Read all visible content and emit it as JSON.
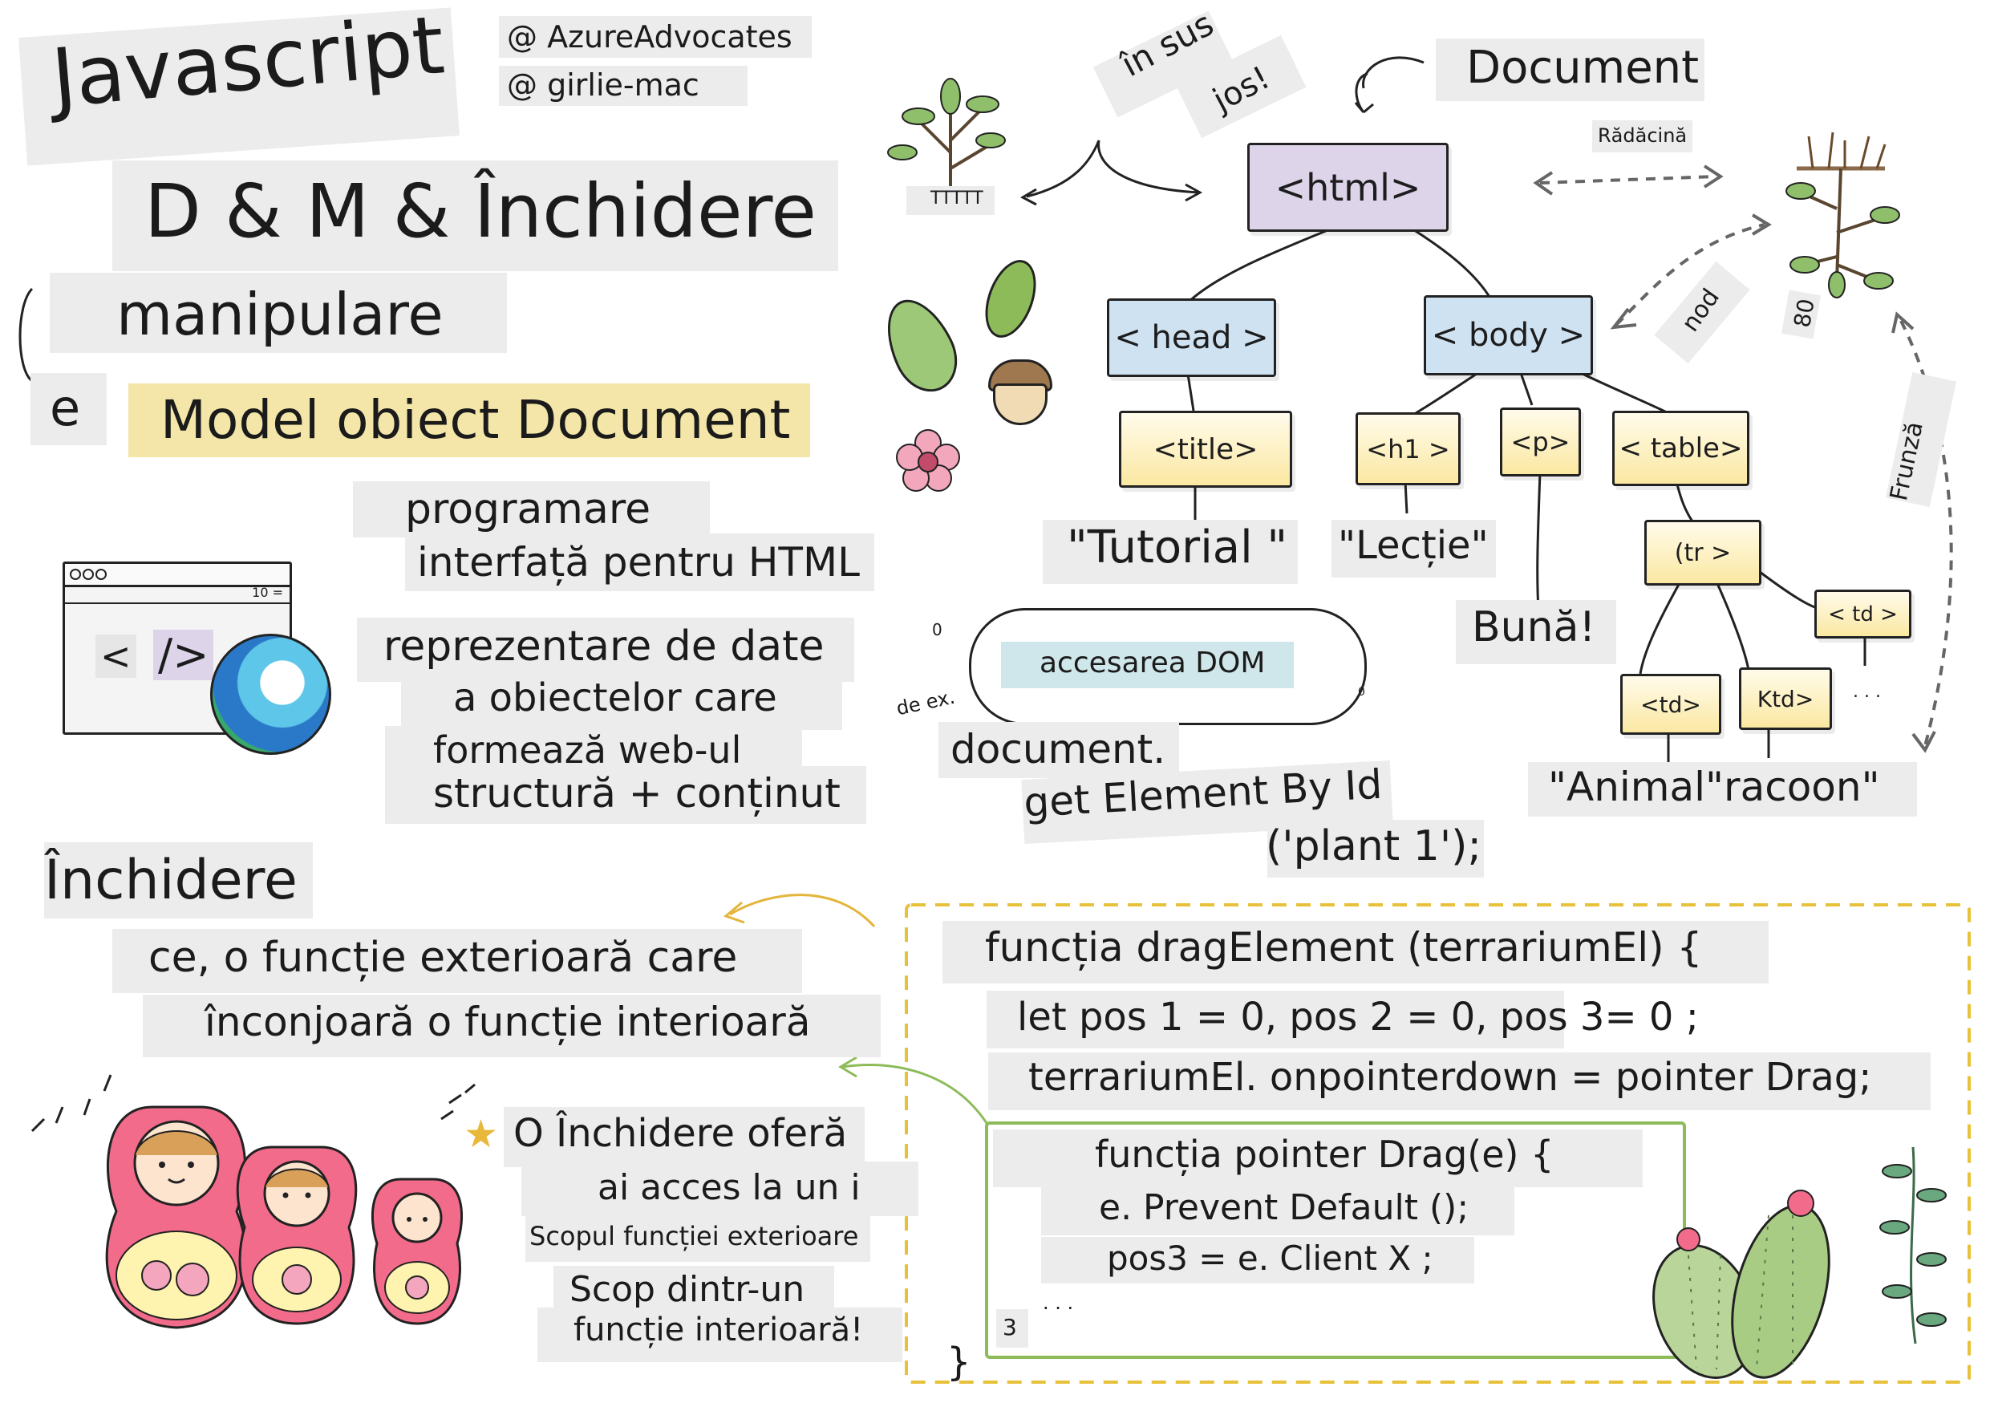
{
  "header": {
    "title": "Javascript",
    "handle_1": "@ AzureAdvocates",
    "handle_2": "@ girlie-mac",
    "subtitle": "D & M & Închidere",
    "line_manipulare": "manipulare",
    "line_e": "e",
    "line_model": "Model obiect Document"
  },
  "dom_intro": {
    "api_line1": "programare",
    "api_line2": "interfață pentru HTML",
    "repr_line1": "reprezentare de date",
    "repr_line2": "a obiectelor care",
    "repr_line3": "formează web-ul",
    "repr_line4": "structură + conținut",
    "browser_tab": "10 =",
    "code_icon_left": "<",
    "code_icon_right": "/>"
  },
  "tree": {
    "document": "Document",
    "up": "în sus",
    "down": "jos!",
    "plant_label": "TTTTT",
    "root_label": "Rădăcină",
    "node_label": "nod",
    "leaf_label": "Frunză",
    "root_num": "80",
    "html": "<html>",
    "head": "< head >",
    "body": "< body >",
    "title_tag": "<title>",
    "h1": "<h1 >",
    "p": "<p>",
    "table": "< table>",
    "tr": "(tr >",
    "td1": "<td>",
    "td2": "Ktd>",
    "td3": "< td >",
    "dots": ". . .",
    "text_tutorial": "\"Tutorial \"",
    "text_lectie": "\"Lecție\"",
    "text_buna": "Bună!",
    "text_animal": "\"Animal\"racoon\""
  },
  "access": {
    "cloud": "accesarea DOM",
    "num0a": "0",
    "num0b": "0",
    "eg": "de ex.",
    "code1": "document.",
    "code2": "get Element By Id",
    "code3": "('plant 1');"
  },
  "closure": {
    "heading": "Închidere",
    "def1": "ce, o funcție exterioară care",
    "def2": "înconjoară o funcție interioară",
    "gives1": "O Închidere oferă",
    "gives2": "ai acces la un i",
    "gives3": "Scopul funcției exterioare",
    "gives4": "Scop dintr-un",
    "gives5": "funcție interioară!"
  },
  "code": {
    "l1": "funcția dragElement (terrariumEl) {",
    "l2": "let pos 1 = 0, pos 2 = 0, pos 3= 0 ;",
    "l3": "terrariumEl. onpointerdown = pointer Drag;",
    "l4": "funcția pointer Drag(e) {",
    "l5": "e. Prevent Default ();",
    "l6": "pos3 = e. Client X ;",
    "l7": ". . .",
    "num3": "3",
    "close": "}"
  },
  "icons": [
    "plant-icon",
    "leaf-icon",
    "acorn-icon",
    "flower-icon",
    "root-tree-icon",
    "browser-icon",
    "edge-logo-icon",
    "cloud-icon",
    "star-icon",
    "matryoshka-dolls-icon",
    "cactus-icon",
    "vine-icon"
  ],
  "colors": {
    "yellow": "#f3e6a8",
    "purple": "#ddd4ea",
    "blue": "#cfe2f2",
    "teal": "#cfe6ea",
    "dashed_gold": "#e8c13a",
    "green_box": "#8dbb5a"
  }
}
